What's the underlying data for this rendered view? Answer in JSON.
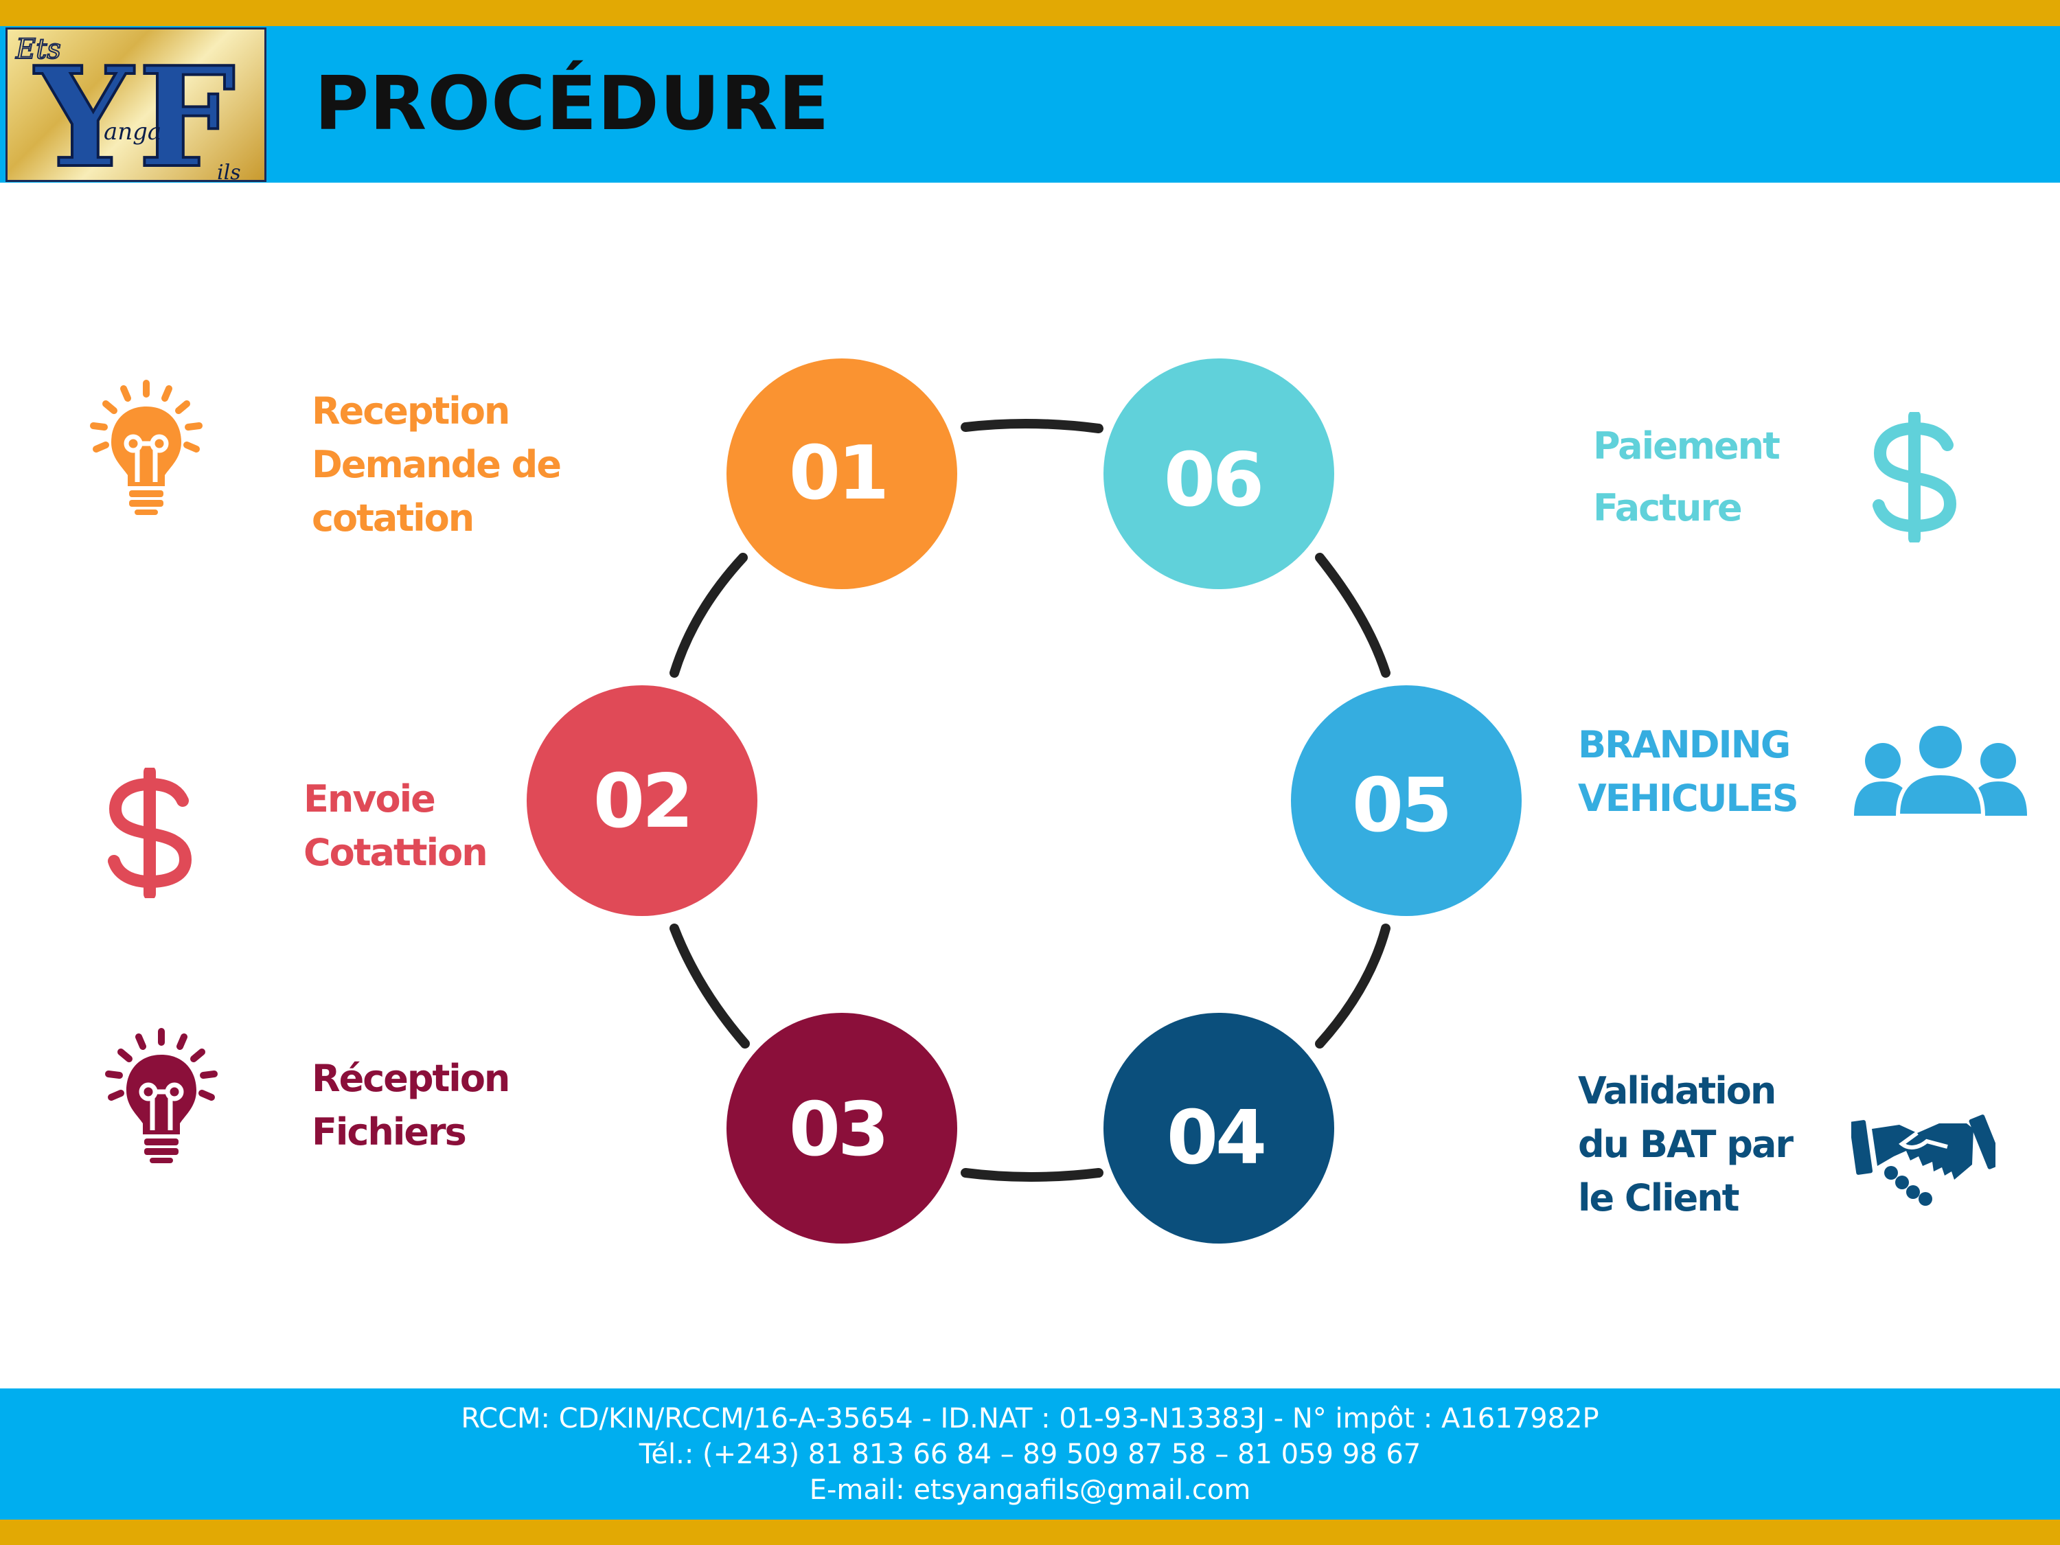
{
  "header": {
    "title": "PROCÉDURE",
    "logo_text": {
      "top": "Ets",
      "initials_1": "Y",
      "initials_2": "F",
      "word_1": "anga",
      "word_2": "ils"
    }
  },
  "colors": {
    "gold": "#E2A904",
    "header_blue": "#00AEEF",
    "step_01": "#FA9331",
    "step_02": "#E04A57",
    "step_03": "#8B0F3A",
    "step_04": "#0B4F7C",
    "step_05": "#35ADE0",
    "step_06": "#60D1DA",
    "connector": "#222222"
  },
  "steps": [
    {
      "number": "01",
      "label_lines": [
        "Reception",
        "Demande de",
        "cotation"
      ],
      "icon": "lightbulb-icon",
      "color": "#FA9331"
    },
    {
      "number": "02",
      "label_lines": [
        "Envoie",
        "Cotattion"
      ],
      "icon": "dollar-icon",
      "color": "#E04A57"
    },
    {
      "number": "03",
      "label_lines": [
        "Réception",
        "Fichiers"
      ],
      "icon": "lightbulb-icon",
      "color": "#8B0F3A"
    },
    {
      "number": "04",
      "label_lines": [
        "Validation",
        "du BAT par",
        "le Client"
      ],
      "icon": "handshake-icon",
      "color": "#0B4F7C"
    },
    {
      "number": "05",
      "label_lines": [
        "BRANDING",
        "VEHICULES"
      ],
      "icon": "people-icon",
      "color": "#35ADE0"
    },
    {
      "number": "06",
      "label_lines": [
        "Paiement",
        "Facture"
      ],
      "icon": "dollar-icon",
      "color": "#60D1DA"
    }
  ],
  "footer": {
    "line1": "RCCM: CD/KIN/RCCM/16-A-35654 - ID.NAT : 01-93-N13383J - N° impôt : A1617982P",
    "line2": "Tél.: (+243) 81 813 66 84 – 89 509 87 58 – 81 059 98 67",
    "line3": "E-mail: etsyangafils@gmail.com"
  }
}
